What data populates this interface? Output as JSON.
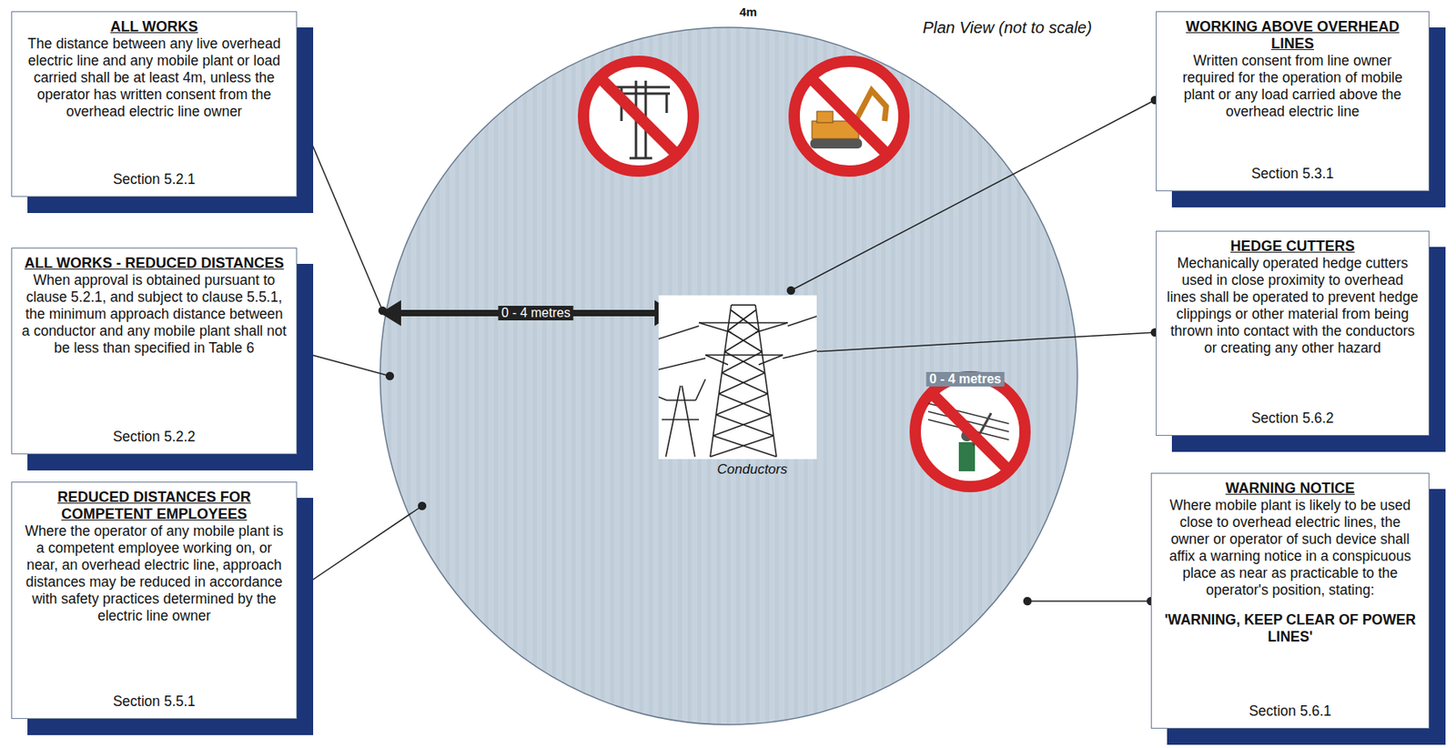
{
  "diagram": {
    "nodes": [
      {
        "text": [
          "ALL WORKS",
          "The distance between any live overhead electric line and any mobile plant or load carried shall be at least 4m, unless the operator has written consent from the overhead electric line owner",
          "Section 5.2.1"
        ]
      },
      {
        "text": [
          "ALL WORKS - REDUCED DISTANCES",
          "When approval is obtained pursuant to clause 5.2.1, and subject to clause 5.5.1, the minimum approach distance between a conductor and any mobile plant shall not be less than specified in Table 6",
          "Section 5.2.2"
        ]
      },
      {
        "text": [
          "REDUCED DISTANCES FOR COMPETENT EMPLOYEES",
          "Where the operator of any mobile plant is a competent employee working on, or near, an overhead electric line, approach distances may be reduced in accordance with safety practices determined by the electric line owner",
          "Section 5.5.1"
        ]
      },
      {
        "text": [
          "WORKING ABOVE OVERHEAD LINES",
          "Written consent from line owner required for the operation of mobile plant or any load carried above the overhead electric line",
          "Section 5.3.1"
        ]
      },
      {
        "text": [
          "HEDGE CUTTERS",
          "Mechanically operated hedge cutters used in close proximity to overhead lines shall be operated to prevent hedge clippings or other material from being thrown into contact with the conductors or creating any other hazard",
          "Section 5.6.2"
        ]
      },
      {
        "text": [
          "WARNING NOTICE",
          "Where mobile plant is likely to be used close to overhead electric lines, the owner or operator of such device shall affix a warning notice in a conspicuous place as near as practicable to the operator's position, stating:",
          "'WARNING, KEEP CLEAR OF POWER LINES'",
          "Section 5.6.1"
        ]
      }
    ],
    "edges": [],
    "labels": [
      "4m",
      "Plan View (not to scale)",
      "0 - 4 metres",
      "Conductors",
      "0 - 4 metres"
    ]
  }
}
